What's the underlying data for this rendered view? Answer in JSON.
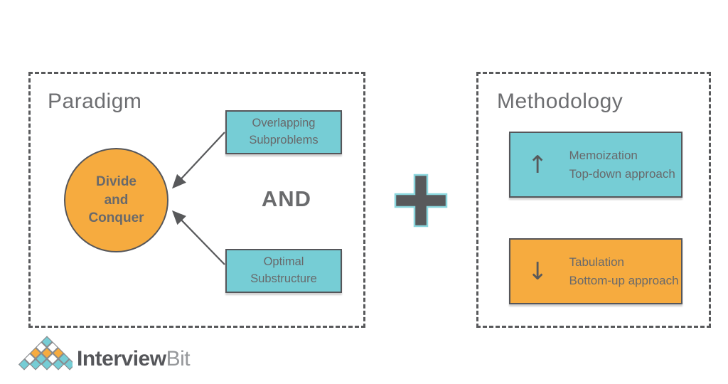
{
  "colors": {
    "teal": "#76cdd5",
    "orange": "#f6ab3f",
    "box_border": "#55565a",
    "dashed_border": "#58595b",
    "text_gray": "#68696b",
    "title_gray": "#6d6e71",
    "plus_fill": "#58595b",
    "plus_outline": "#8ad6dd"
  },
  "paradigm": {
    "title": "Paradigm",
    "circle": {
      "lines": [
        "Divide",
        "and",
        "Conquer"
      ]
    },
    "boxes": [
      {
        "lines": [
          "Overlapping",
          "Subproblems"
        ]
      },
      {
        "lines": [
          "Optimal",
          "Substructure"
        ]
      }
    ],
    "and_label": "AND"
  },
  "methodology": {
    "title": "Methodology",
    "boxes": [
      {
        "icon": "arrow-up-icon",
        "glyph": "↑",
        "lines": [
          "Memoization",
          "Top-down approach"
        ]
      },
      {
        "icon": "arrow-down-icon",
        "glyph": "↓",
        "lines": [
          "Tabulation",
          "Bottom-up approach"
        ]
      }
    ]
  },
  "logo": {
    "brand_bold": "Interview",
    "brand_light": "Bit"
  }
}
